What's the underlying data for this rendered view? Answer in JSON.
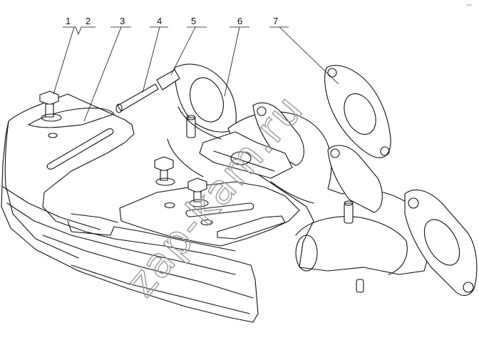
{
  "drawing": {
    "callouts": [
      "1",
      "2",
      "3",
      "4",
      "5",
      "6",
      "7"
    ],
    "watermark": "zap-kam.ru",
    "corner_mark": "--",
    "colors": {
      "line": "#111111",
      "watermark": "#9a9a9a",
      "corner": "#2a4fb0"
    }
  }
}
